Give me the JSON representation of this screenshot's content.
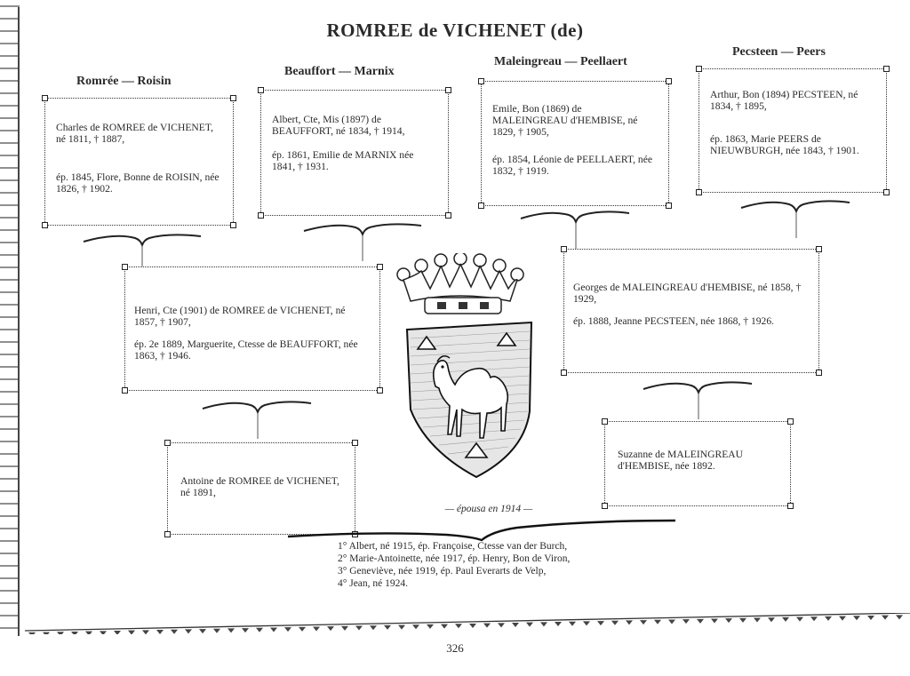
{
  "title": "ROMREE de VICHENET (de)",
  "couples": [
    {
      "name": "Romrée — Roisin"
    },
    {
      "name": "Beauffort — Marnix"
    },
    {
      "name": "Maleingreau — Peellaert"
    },
    {
      "name": "Pecsteen — Peers"
    }
  ],
  "boxes": {
    "romree": {
      "husband": "Charles de ROMREE de VICHENET, né 1811, † 1887,",
      "wife": "ép. 1845, Flore, Bonne de ROISIN, née 1826, † 1902."
    },
    "beauffort": {
      "husband": "Albert, Cte, Mis (1897) de BEAUFFORT, né 1834, † 1914,",
      "wife": "ép. 1861, Emilie de MARNIX née 1841, † 1931."
    },
    "maleingreau": {
      "husband": "Emile, Bon (1869) de MALEINGREAU d'HEMBISE, né 1829, † 1905,",
      "wife": "ép. 1854, Léonie de PEELLAERT, née 1832, † 1919."
    },
    "pecsteen": {
      "husband": "Arthur, Bon (1894) PECSTEEN, né 1834, † 1895,",
      "wife": "ép. 1863, Marie PEERS de NIEUWBURGH, née 1843, † 1901."
    },
    "henri": {
      "husband": "Henri, Cte (1901) de ROMREE de VICHENET, né 1857, † 1907,",
      "wife": "ép. 2e 1889, Marguerite, Ctesse de BEAUFFORT, née 1863, † 1946."
    },
    "georges": {
      "husband": "Georges de MALEINGREAU d'HEMBISE, né 1858, † 1929,",
      "wife": "ép. 1888, Jeanne PECSTEEN, née 1868, † 1926."
    },
    "antoine": {
      "text": "Antoine de ROMREE de VICHENET, né 1891,"
    },
    "suzanne": {
      "text": "Suzanne de MALEINGREAU d'HEMBISE, née 1892."
    }
  },
  "married_note": "— épousa en 1914 —",
  "children": [
    "1° Albert, né 1915, ép. Françoise, Ctesse van der Burch,",
    "2° Marie-Antoinette, née 1917, ép. Henry, Bon de Viron,",
    "3° Geneviève, née 1919, ép. Paul Everarts de Velp,",
    "4° Jean, né 1924."
  ],
  "page_number": "326"
}
